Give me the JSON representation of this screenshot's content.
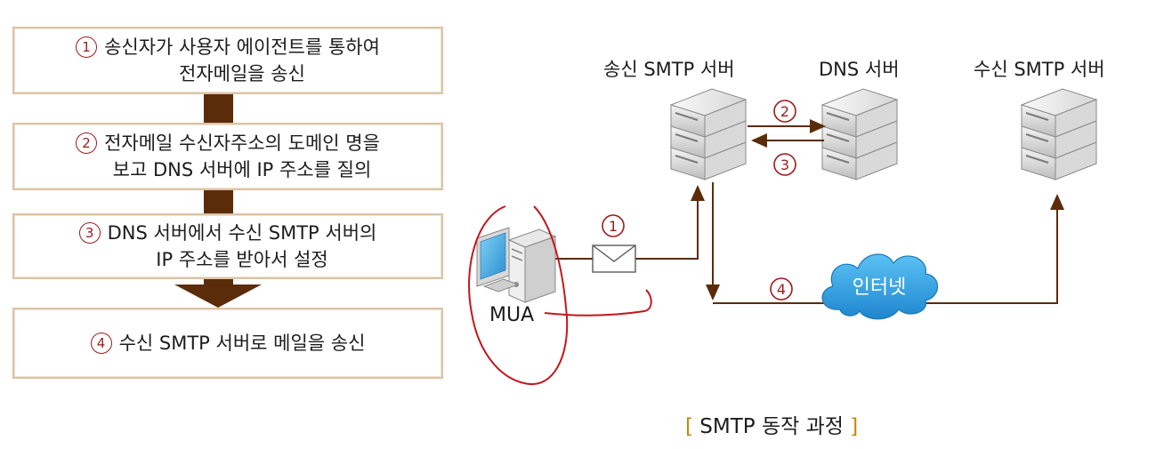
{
  "steps": [
    {
      "num": "1",
      "lines": [
        "송신자가 사용자 에이전트를 통하여",
        "전자메일을 송신"
      ]
    },
    {
      "num": "2",
      "lines": [
        "전자메일 수신자주소의 도메인 명을",
        "보고 DNS 서버에 IP 주소를 질의"
      ]
    },
    {
      "num": "3",
      "lines": [
        "DNS 서버에서 수신 SMTP 서버의",
        "IP 주소를 받아서 설정"
      ]
    },
    {
      "num": "4",
      "lines": [
        "수신 SMTP 서버로 메일을 송신"
      ]
    }
  ],
  "diagram": {
    "sender_server_label": "송신 SMTP 서버",
    "dns_server_label": "DNS 서버",
    "receiver_server_label": "수신 SMTP 서버",
    "client_label": "MUA",
    "internet_label": "인터넷",
    "arrow_labels": {
      "a1": "1",
      "a2": "2",
      "a3": "3",
      "a4": "4"
    }
  },
  "caption": {
    "open": "[",
    "text": "SMTP 동작 과정",
    "close": "]"
  },
  "colors": {
    "arrow": "#5b2c0a",
    "badge": "#9c1c1c",
    "annotation": "#c4161c",
    "cloud": "#2e9fe0",
    "bracket": "#c8860d",
    "box_border": "#dcc3a5"
  }
}
